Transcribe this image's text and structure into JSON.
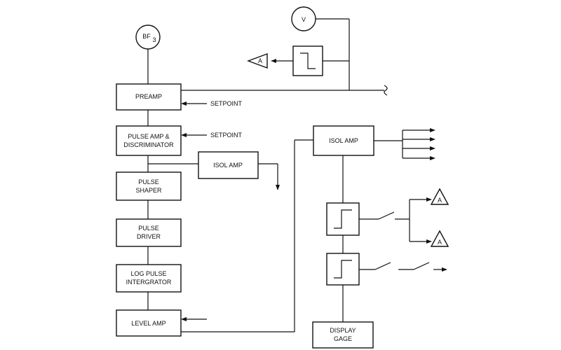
{
  "diagram": {
    "blocks": {
      "preamp": "PREAMP",
      "pulse_amp_line1": "PULSE AMP &",
      "pulse_amp_line2": "DISCRIMINATOR",
      "isol_amp_small": "ISOL AMP",
      "pulse_shaper_line1": "PULSE",
      "pulse_shaper_line2": "SHAPER",
      "pulse_driver_line1": "PULSE",
      "pulse_driver_line2": "DRIVER",
      "log_pulse_line1": "LOG PULSE",
      "log_pulse_line2": "INTERGRATOR",
      "level_amp": "LEVEL AMP",
      "isol_amp_main": "ISOL AMP",
      "display_line1": "DISPLAY",
      "display_line2": "GAGE"
    },
    "labels": {
      "setpoint_1": "SETPOINT",
      "setpoint_2": "SETPOINT"
    },
    "symbols": {
      "detector": "BF",
      "detector_sub": "3",
      "voltmeter": "V",
      "alarm_top": "A",
      "alarm_right_1": "A",
      "alarm_right_2": "A"
    },
    "icons": [
      "bf3-detector-icon",
      "voltmeter-icon",
      "step-trip-icon",
      "alarm-triangle-icon",
      "contact-switch-icon",
      "cable-break-icon"
    ]
  }
}
